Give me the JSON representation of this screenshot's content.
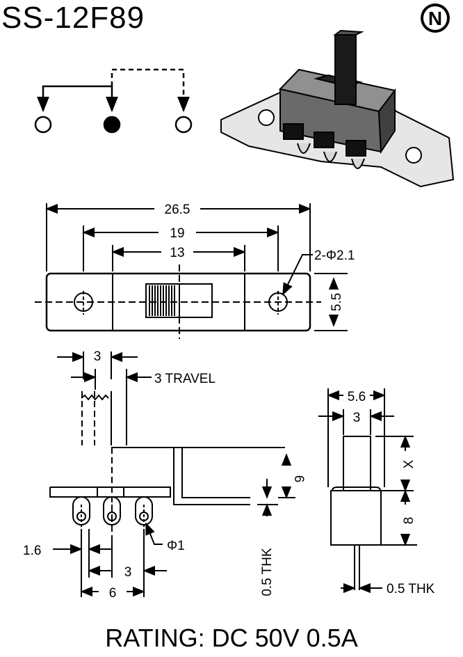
{
  "title": "SS-12F89",
  "logo_letter": "N",
  "rating": "RATING: DC 50V 0.5A",
  "colors": {
    "ink": "#000000",
    "paper": "#ffffff",
    "body_gray": "#707070",
    "metal_light": "#e6e6e6"
  },
  "top_view": {
    "overall_length": "26.5",
    "hole_spacing": "19",
    "body_length": "13",
    "holes": "2-Φ2.1",
    "width": "5.5"
  },
  "side_view": {
    "actuator_width": "3",
    "travel": "3 TRAVEL",
    "height": "6",
    "pitch_small": "1.6",
    "pin_diameter": "Φ1",
    "pitch": "3",
    "span": "6",
    "thickness": "0.5 THK"
  },
  "end_view": {
    "width": "5.6",
    "actuator_width": "3",
    "x_label": "X",
    "height": "8",
    "thickness": "0.5 THK"
  }
}
